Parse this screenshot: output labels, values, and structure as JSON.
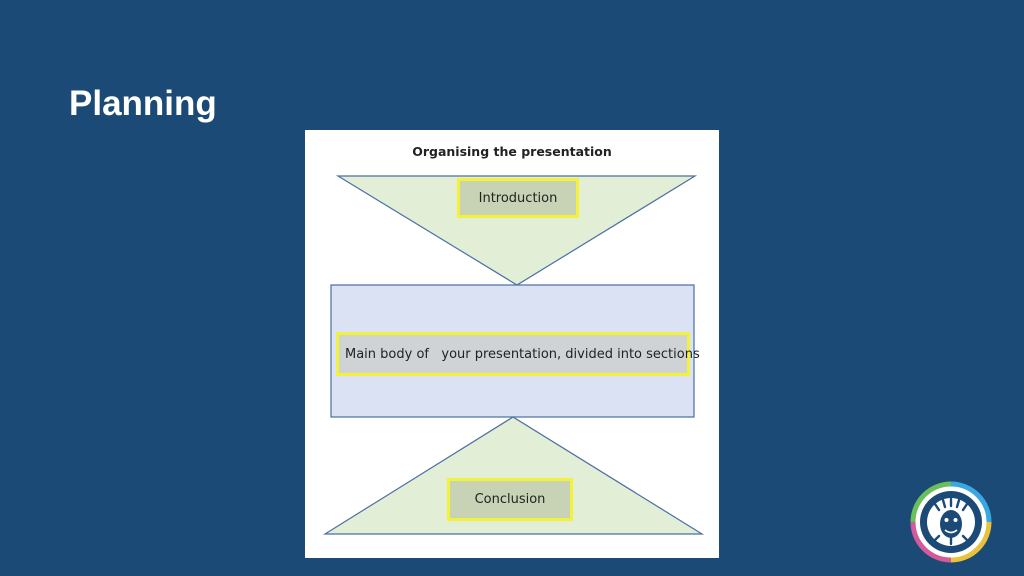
{
  "slide": {
    "title": "Planning"
  },
  "figure": {
    "heading": "Organising the presentation",
    "sections": {
      "introduction": "Introduction",
      "main_body": "Main body of   your presentation, divided into sections",
      "conclusion": "Conclusion"
    }
  },
  "colors": {
    "background": "#1c4a76",
    "triangle_fill": "#e3eed6",
    "body_fill": "#dbe2f4",
    "shape_stroke": "#4a6fa5",
    "label_border": "#f3f13a"
  },
  "logo": {
    "icon": "university-crest-icon"
  }
}
